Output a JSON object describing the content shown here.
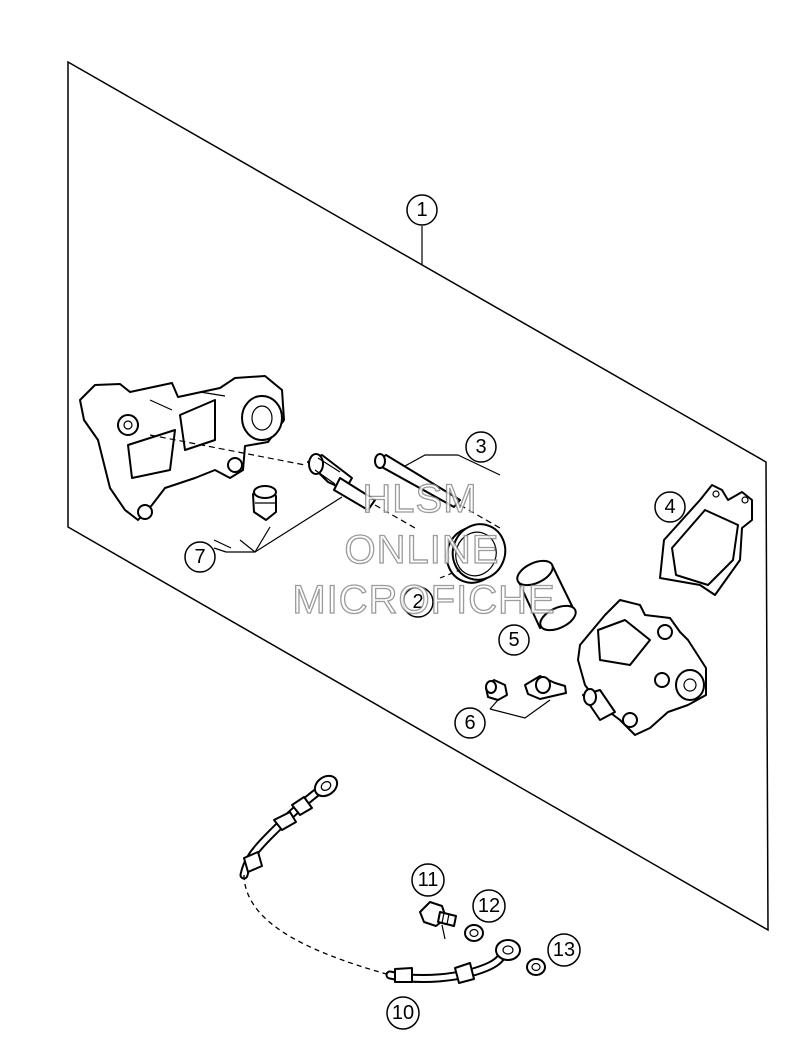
{
  "callouts": [
    "1",
    "2",
    "3",
    "4",
    "5",
    "6",
    "7",
    "10",
    "11",
    "12",
    "13"
  ],
  "watermark": [
    "HLSM",
    "ONLINE",
    "MICROFICHE"
  ],
  "parts": [
    "caliper-bracket",
    "guide-pin",
    "guide-pin-boot",
    "bolt",
    "piston-seal",
    "piston",
    "brake-pads",
    "caliper-body",
    "bleeder-valve",
    "bleeder-cap",
    "brake-hose",
    "banjo-bolt",
    "washer"
  ]
}
